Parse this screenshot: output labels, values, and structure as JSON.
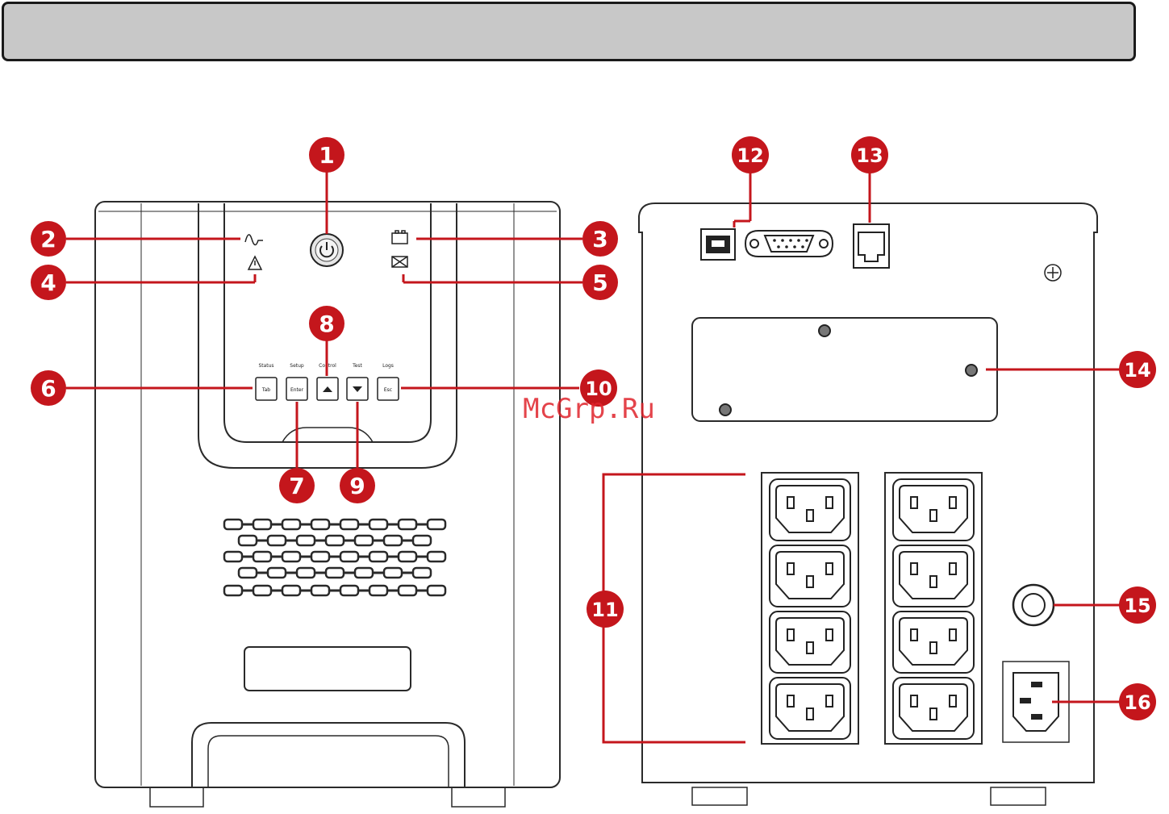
{
  "header": {
    "title": ""
  },
  "watermark": "McGrp.Ru",
  "colors": {
    "callout": "#c4161c",
    "outline": "#222222",
    "bar": "#c8c8c8"
  },
  "front_panel": {
    "button_groups": [
      "Status",
      "Setup",
      "Control",
      "Test",
      "Logs"
    ],
    "buttons": [
      "Tab",
      "Enter",
      "",
      "",
      "Esc"
    ],
    "icons": [
      "ac-wave-icon",
      "warning-icon",
      "battery-icon",
      "battery-fault-icon",
      "power-icon"
    ]
  },
  "callouts": [
    "1",
    "2",
    "3",
    "4",
    "5",
    "6",
    "7",
    "8",
    "9",
    "10",
    "11",
    "12",
    "13",
    "14",
    "15",
    "16"
  ]
}
